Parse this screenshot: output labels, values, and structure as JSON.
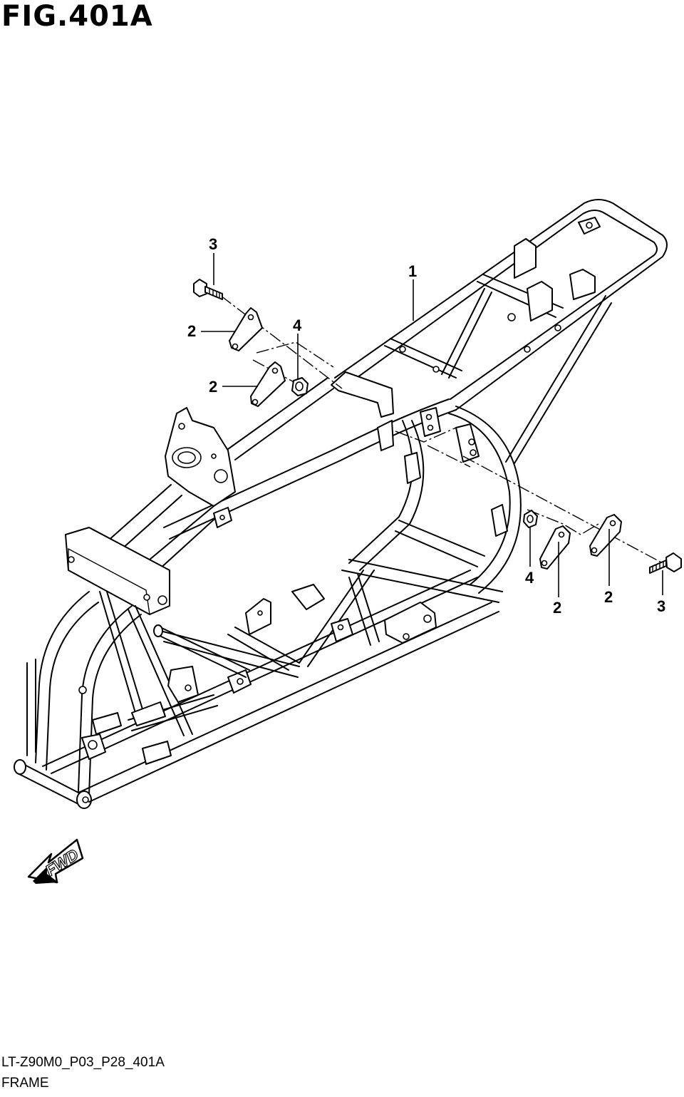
{
  "figure": {
    "title": "FIG.401A",
    "code": "LT-Z90M0_P03_P28_401A",
    "name": "FRAME"
  },
  "callouts": [
    {
      "id": "c1",
      "label": "1"
    },
    {
      "id": "c2a",
      "label": "2"
    },
    {
      "id": "c2b",
      "label": "2"
    },
    {
      "id": "c2c",
      "label": "2"
    },
    {
      "id": "c2d",
      "label": "2"
    },
    {
      "id": "c3a",
      "label": "3"
    },
    {
      "id": "c3b",
      "label": "3"
    },
    {
      "id": "c4a",
      "label": "4"
    },
    {
      "id": "c4b",
      "label": "4"
    }
  ],
  "fwd_arrow": {
    "label": "FWD"
  }
}
